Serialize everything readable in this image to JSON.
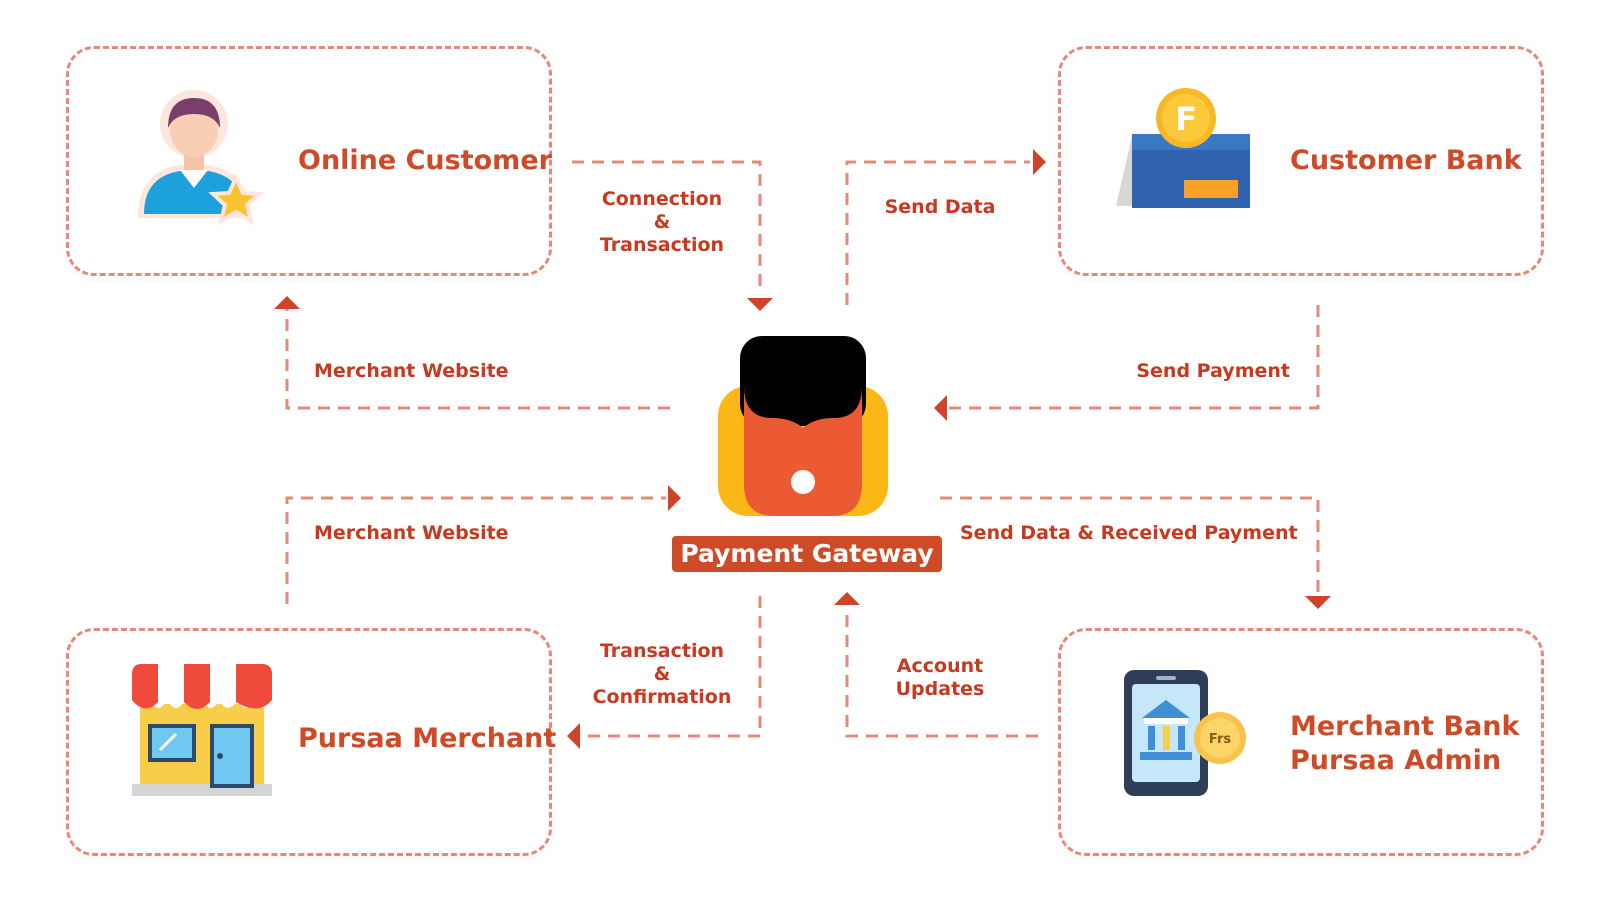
{
  "nodes": {
    "online_customer": "Online Customer",
    "customer_bank": "Customer Bank",
    "pursaa_merchant": "Pursaa Merchant",
    "merchant_bank_line1": "Merchant Bank",
    "merchant_bank_line2": "Pursaa Admin",
    "gateway": "Payment Gateway"
  },
  "edges": {
    "connection_line1": "Connection",
    "connection_line2": "&",
    "connection_line3": "Transaction",
    "send_data": "Send Data",
    "merchant_website_top": "Merchant Website",
    "send_payment": "Send Payment",
    "merchant_website_bottom": "Merchant Website",
    "send_data_received": "Send Data & Received Payment",
    "transaction_line1": "Transaction",
    "transaction_line2": "&",
    "transaction_line3": "Confirmation",
    "account_line1": "Account",
    "account_line2": "Updates"
  },
  "icons": {
    "customer": "user-star-icon",
    "bank": "bank-card-coin-icon",
    "merchant": "storefront-icon",
    "merchant_bank": "mobile-bank-coin-icon",
    "gateway": "wallet-icon",
    "coin_letter": "F",
    "coin_text": "Frs"
  },
  "colors": {
    "accent": "#cf4a27",
    "dashed": "#e58a7a",
    "arrow": "#d0432a"
  }
}
